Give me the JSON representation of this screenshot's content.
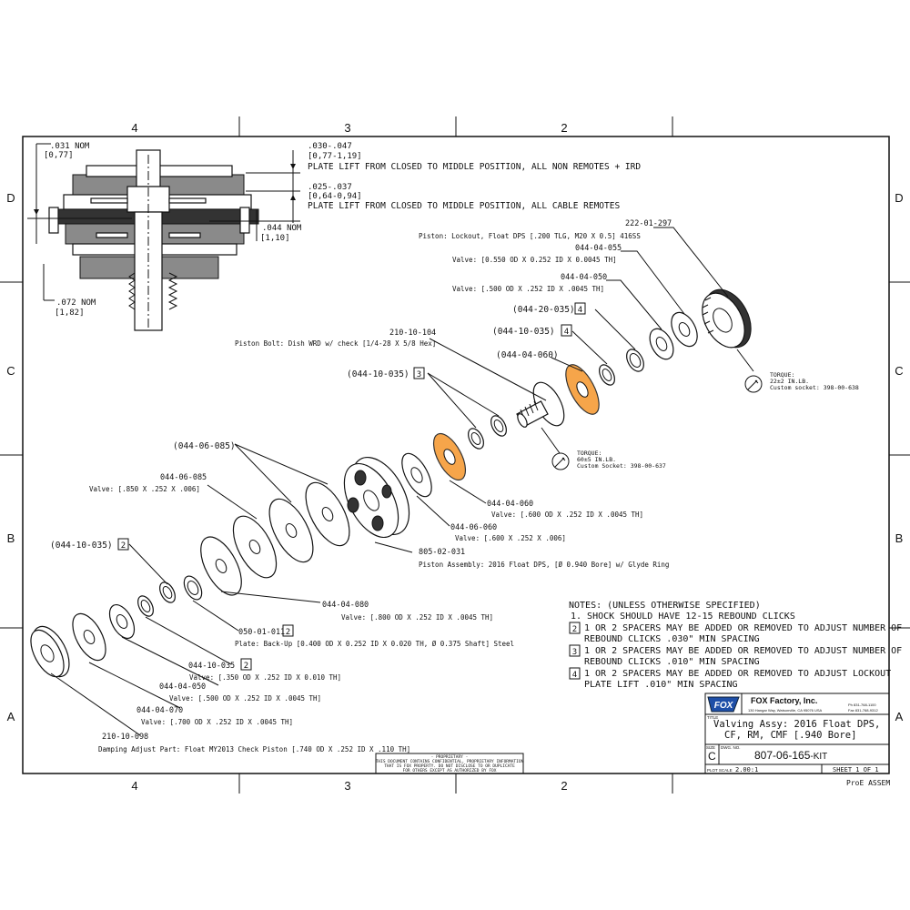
{
  "zones": {
    "cols_top": [
      "4",
      "3",
      "2"
    ],
    "cols_bottom": [
      "4",
      "3",
      "2"
    ],
    "rows_left": [
      "D",
      "C",
      "B",
      "A"
    ],
    "rows_right": [
      "D",
      "C",
      "B",
      "A"
    ]
  },
  "section_dims": {
    "d1_value": ".031  NOM",
    "d1_mm": "[0,77]",
    "d2_value": ".030-.047",
    "d2_mm": "[0,77-1,19]",
    "d2_note": "PLATE LIFT FROM CLOSED TO MIDDLE POSITION, ALL NON REMOTES + IRD",
    "d3_value": ".025-.037",
    "d3_mm": "[0,64-0,94]",
    "d3_note": "PLATE LIFT FROM CLOSED TO MIDDLE POSITION, ALL CABLE REMOTES",
    "d4_value": ".044   NOM",
    "d4_mm": "[1,10]",
    "d5_value": ".072   NOM",
    "d5_mm": "[1,82]"
  },
  "callouts": {
    "c1_pn": "222-01-297",
    "c1_desc": "Piston: Lockout, Float DPS [.200 TLG, M20 X 0.5] 416SS",
    "c2_pn": "044-04-055",
    "c2_desc": "Valve: [0.550 OD X 0.252 ID X 0.0045 TH]",
    "c3_pn": "044-04-050",
    "c3_desc": "Valve: [.500 OD X .252 ID X .0045 TH]",
    "c4_pn": "(044-20-035)",
    "c4_tag": "4",
    "c5_pn": "(044-10-035)",
    "c5_tag": "4",
    "c6_pn": "(044-04-060)",
    "c7_pn": "210-10-104",
    "c7_desc": "Piston Bolt: Dish WRD w/ check [1/4-28 X 5/8 Hex]",
    "c8_pn": "(044-10-035)",
    "c8_tag": "3",
    "torque1_title": "TORQUE:",
    "torque1_value": "22±2 IN.LB.",
    "torque1_socket": "Custom socket: 398-00-638",
    "torque2_title": "TORQUE:",
    "torque2_value": "60±5 IN.LB.",
    "torque2_socket": "Custom Socket: 398-00-637",
    "c9_pn": "(044-06-085)",
    "c10_pn": "044-06-085",
    "c10_desc": "Valve: [.850 X .252 X .006]",
    "c11_pn": "044-04-060",
    "c11_desc": "Valve: [.600 OD X .252 ID X .0045 TH]",
    "c12_pn": "044-06-060",
    "c12_desc": "Valve: [.600 X .252 X .006]",
    "c13_pn": "805-02-031",
    "c13_desc": "Piston Assembly: 2016 Float DPS, [Ø 0.940 Bore] w/ Glyde Ring",
    "c14_pn": "(044-10-035)",
    "c14_tag": "2",
    "c15_pn": "044-04-080",
    "c15_desc": "Valve: [.800 OD X .252 ID X .0045 TH]",
    "c16_pn": "050-01-011",
    "c16_tag": "2",
    "c16_desc": "Plate: Back-Up [0.400 OD X 0.252 ID X 0.020 TH, Ø 0.375 Shaft] Steel",
    "c17_pn": "044-10-035",
    "c17_tag": "2",
    "c17_desc": "Valve: [.350 OD X .252 ID X 0.010 TH]",
    "c18_pn": "044-04-050",
    "c18_desc": "Valve: [.500 OD X .252 ID X .0045 TH]",
    "c19_pn": "044-04-070",
    "c19_desc": "Valve: [.700 OD X .252 ID X .0045 TH]",
    "c20_pn": "210-10-098",
    "c20_desc": "Damping Adjust Part: Float MY2013 Check Piston [.740 OD X .252 ID X .110 TH]"
  },
  "notes": {
    "header": "NOTES: (UNLESS OTHERWISE SPECIFIED)",
    "n1": "1.  SHOCK SHOULD HAVE 12-15 REBOUND CLICKS",
    "n2_tag": "2",
    "n2_a": "1 OR 2 SPACERS MAY BE ADDED OR REMOVED TO ADJUST NUMBER OF",
    "n2_b": "REBOUND CLICKS .030\" MIN SPACING",
    "n3_tag": "3",
    "n3_a": "1 OR 2 SPACERS MAY BE ADDED OR REMOVED TO ADJUST NUMBER OF",
    "n3_b": "REBOUND CLICKS .010\" MIN SPACING",
    "n4_tag": "4",
    "n4_a": "1 OR 2 SPACERS MAY BE ADDED OR REMOVED TO ADJUST LOCKOUT",
    "n4_b": "PLATE LIFT .010\" MIN SPACING"
  },
  "proprietary": {
    "l1": "- PROPRIETARY -",
    "l2": "THIS DOCUMENT CONTAINS CONFIDENTIAL, PROPRIETARY INFORMATION",
    "l3": "THAT IS FOX PROPERTY.  DO NOT DISCLOSE TO OR DUPLICATE",
    "l4": "FOR OTHERS EXCEPT AS AUTHORIZED BY FOX"
  },
  "title_block": {
    "logo": "FOX",
    "company": "FOX Factory, Inc.",
    "address": "130 Hangar Way, Watsonville, CA 95076 USA",
    "phone": "Ph 831-768-1100",
    "fax": "Fax 831-768-9312",
    "title_label": "TITLE",
    "title_l1": "Valving Assy: 2016 Float DPS,",
    "title_l2": "CF, RM, CMF [.940 Bore]",
    "size_label": "SIZE",
    "size": "C",
    "dwg_label": "DWG. NO.",
    "dwg_no": "807-06-165",
    "dwg_suffix": "-KIT",
    "plot_label": "PLOT SCALE",
    "plot_scale": "2.00:1",
    "sheet": "SHEET 1 OF 1"
  },
  "footer": "ProE ASSEM"
}
